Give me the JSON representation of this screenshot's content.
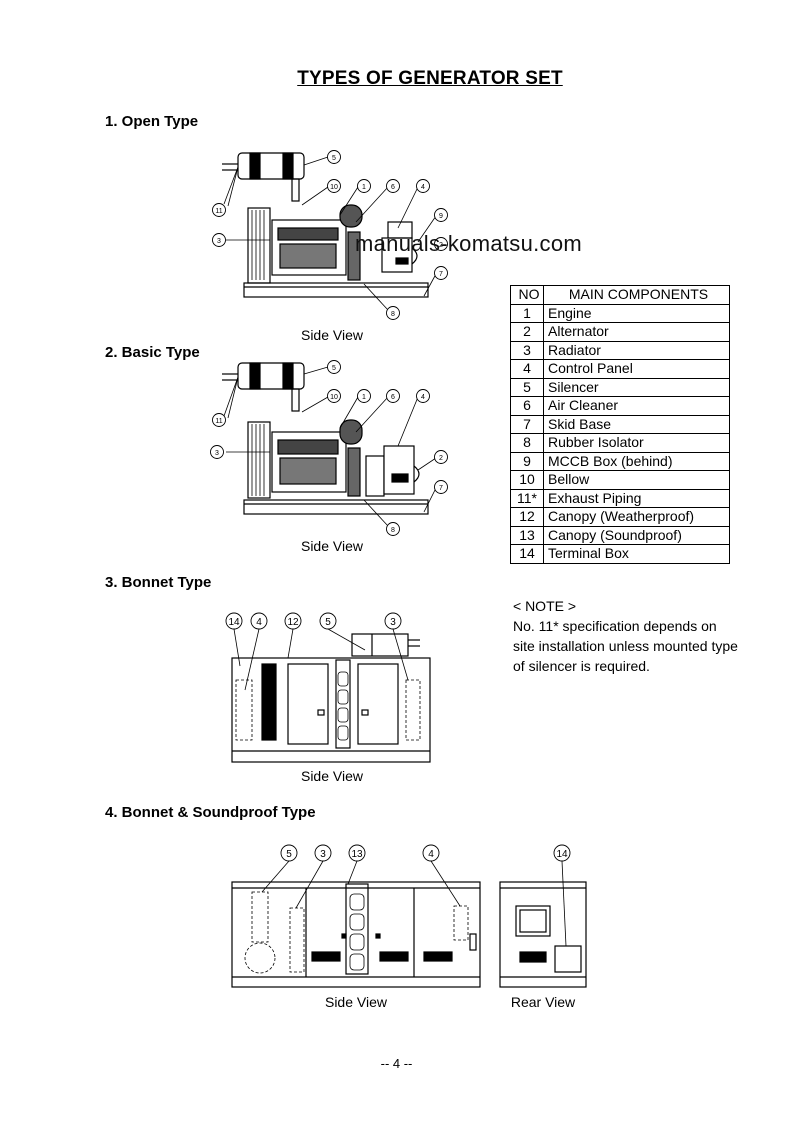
{
  "page": {
    "title": "TYPES OF GENERATOR SET",
    "watermark": "manuals-komatsu.com",
    "page_number": "-- 4 --"
  },
  "sections": [
    {
      "heading": "1.  Open Type",
      "captions": [
        "Side View"
      ]
    },
    {
      "heading": "2.  Basic Type",
      "captions": [
        "Side View"
      ]
    },
    {
      "heading": "3.  Bonnet Type",
      "captions": [
        "Side View"
      ]
    },
    {
      "heading": "4.  Bonnet & Soundproof Type",
      "captions": [
        "Side View",
        "Rear View"
      ]
    }
  ],
  "callouts": {
    "open": [
      "5",
      "10",
      "1",
      "6",
      "4",
      "9",
      "3",
      "2",
      "7",
      "8",
      "11"
    ],
    "basic": [
      "5",
      "10",
      "1",
      "6",
      "4",
      "3",
      "2",
      "7",
      "8",
      "11"
    ],
    "bonnet": [
      "14",
      "4",
      "12",
      "5",
      "3"
    ],
    "soundproof": [
      "5",
      "3",
      "13",
      "4",
      "14"
    ]
  },
  "components_table": {
    "headers": [
      "NO",
      "MAIN COMPONENTS"
    ],
    "rows": [
      [
        "1",
        "Engine"
      ],
      [
        "2",
        "Alternator"
      ],
      [
        "3",
        "Radiator"
      ],
      [
        "4",
        "Control Panel"
      ],
      [
        "5",
        "Silencer"
      ],
      [
        "6",
        "Air Cleaner"
      ],
      [
        "7",
        "Skid Base"
      ],
      [
        "8",
        "Rubber Isolator"
      ],
      [
        "9",
        "MCCB Box (behind)"
      ],
      [
        "10",
        "Bellow"
      ],
      [
        "11*",
        "Exhaust Piping"
      ],
      [
        "12",
        "Canopy (Weatherproof)"
      ],
      [
        "13",
        "Canopy (Soundproof)"
      ],
      [
        "14",
        "Terminal Box"
      ]
    ]
  },
  "note": {
    "heading": "< NOTE >",
    "lines": [
      "No. 11* specification depends on",
      "site installation unless mounted type",
      "of silencer is required."
    ]
  }
}
